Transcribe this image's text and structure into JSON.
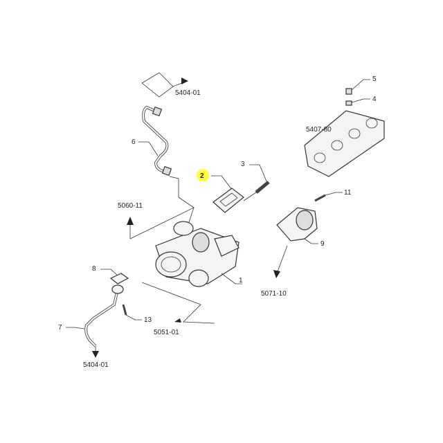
{
  "diagram": {
    "title": "Turbocharger assembly exploded view",
    "highlight_color": "#ffff33",
    "callouts": {
      "ref_top": "5404-01",
      "p6": "6",
      "p2": "2",
      "p3": "3",
      "ref_left": "5060-11",
      "p8": "8",
      "p7": "7",
      "p13": "13",
      "ref_bottom": "5404-01",
      "ref_bottom_mid": "5051-01",
      "p1": "1",
      "p9": "9",
      "ref_right": "5071-10",
      "p11": "11",
      "ref_manifold": "5407-80",
      "p5": "5",
      "p4": "4"
    }
  }
}
